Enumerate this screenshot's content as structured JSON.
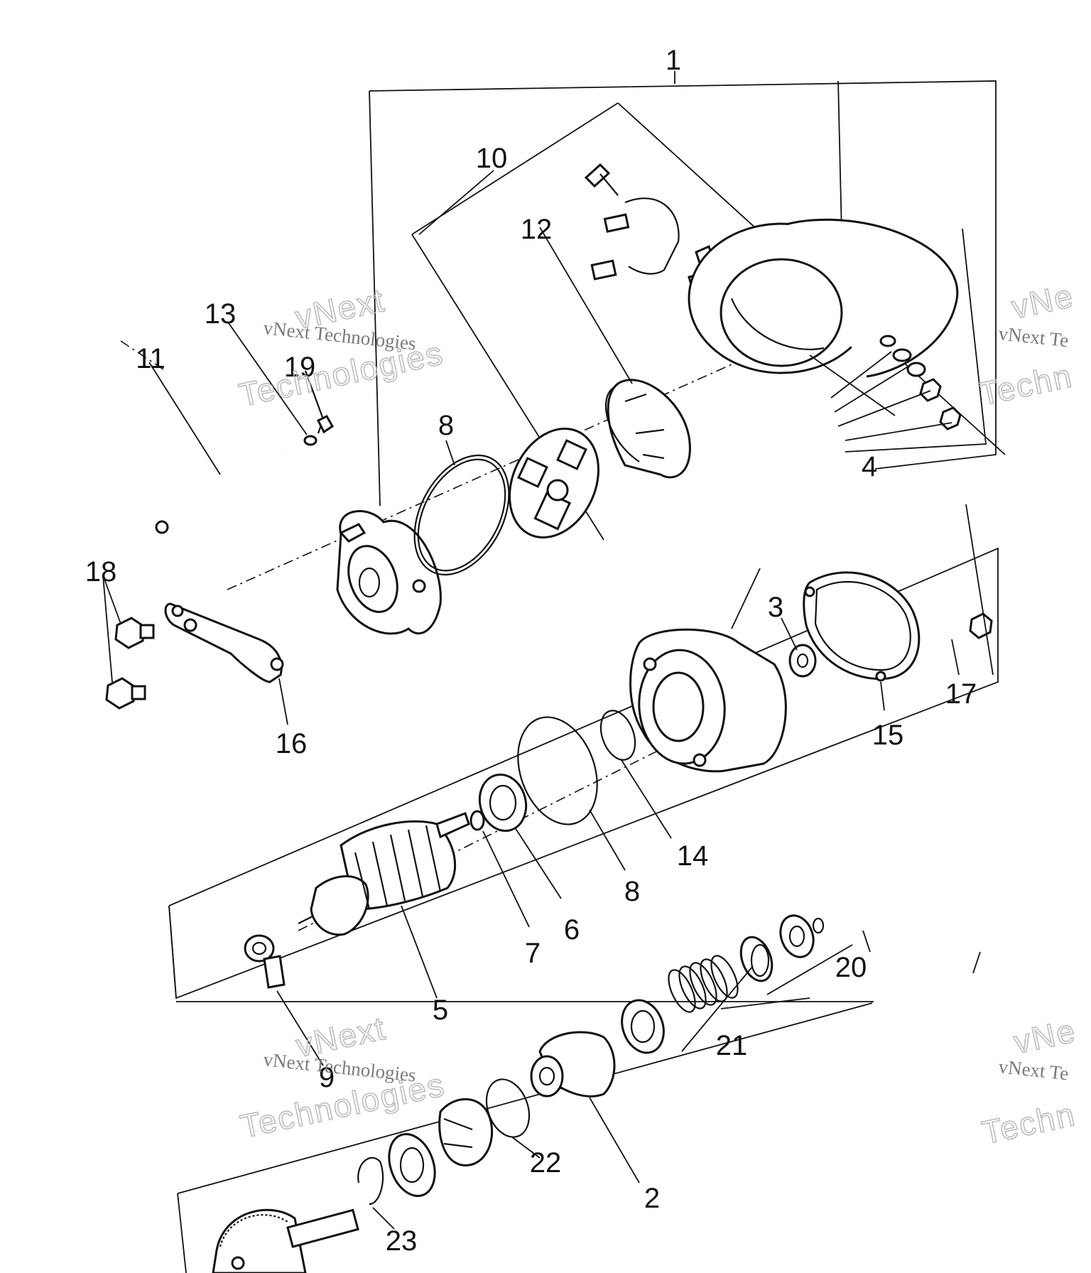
{
  "callouts": {
    "c1": "1",
    "c2": "2",
    "c3": "3",
    "c4": "4",
    "c5": "5",
    "c6": "6",
    "c7": "7",
    "c8a": "8",
    "c8b": "8",
    "c9": "9",
    "c10": "10",
    "c11": "11",
    "c12": "12",
    "c13": "13",
    "c14": "14",
    "c15": "15",
    "c16": "16",
    "c17": "17",
    "c18": "18",
    "c19": "19",
    "c20": "20",
    "c21": "21",
    "c22": "22",
    "c23": "23"
  },
  "watermarks": [
    {
      "big": "vNext",
      "big2": "Technologies",
      "small": "vNext Technologies"
    },
    {
      "big": "vNe",
      "big2": "Techn",
      "small": "vNext Te"
    },
    {
      "big": "vNext",
      "big2": "Technologies",
      "small": "vNext Technologies"
    },
    {
      "big": "vNe",
      "big2": "Techn",
      "small": "vNext Te"
    }
  ]
}
